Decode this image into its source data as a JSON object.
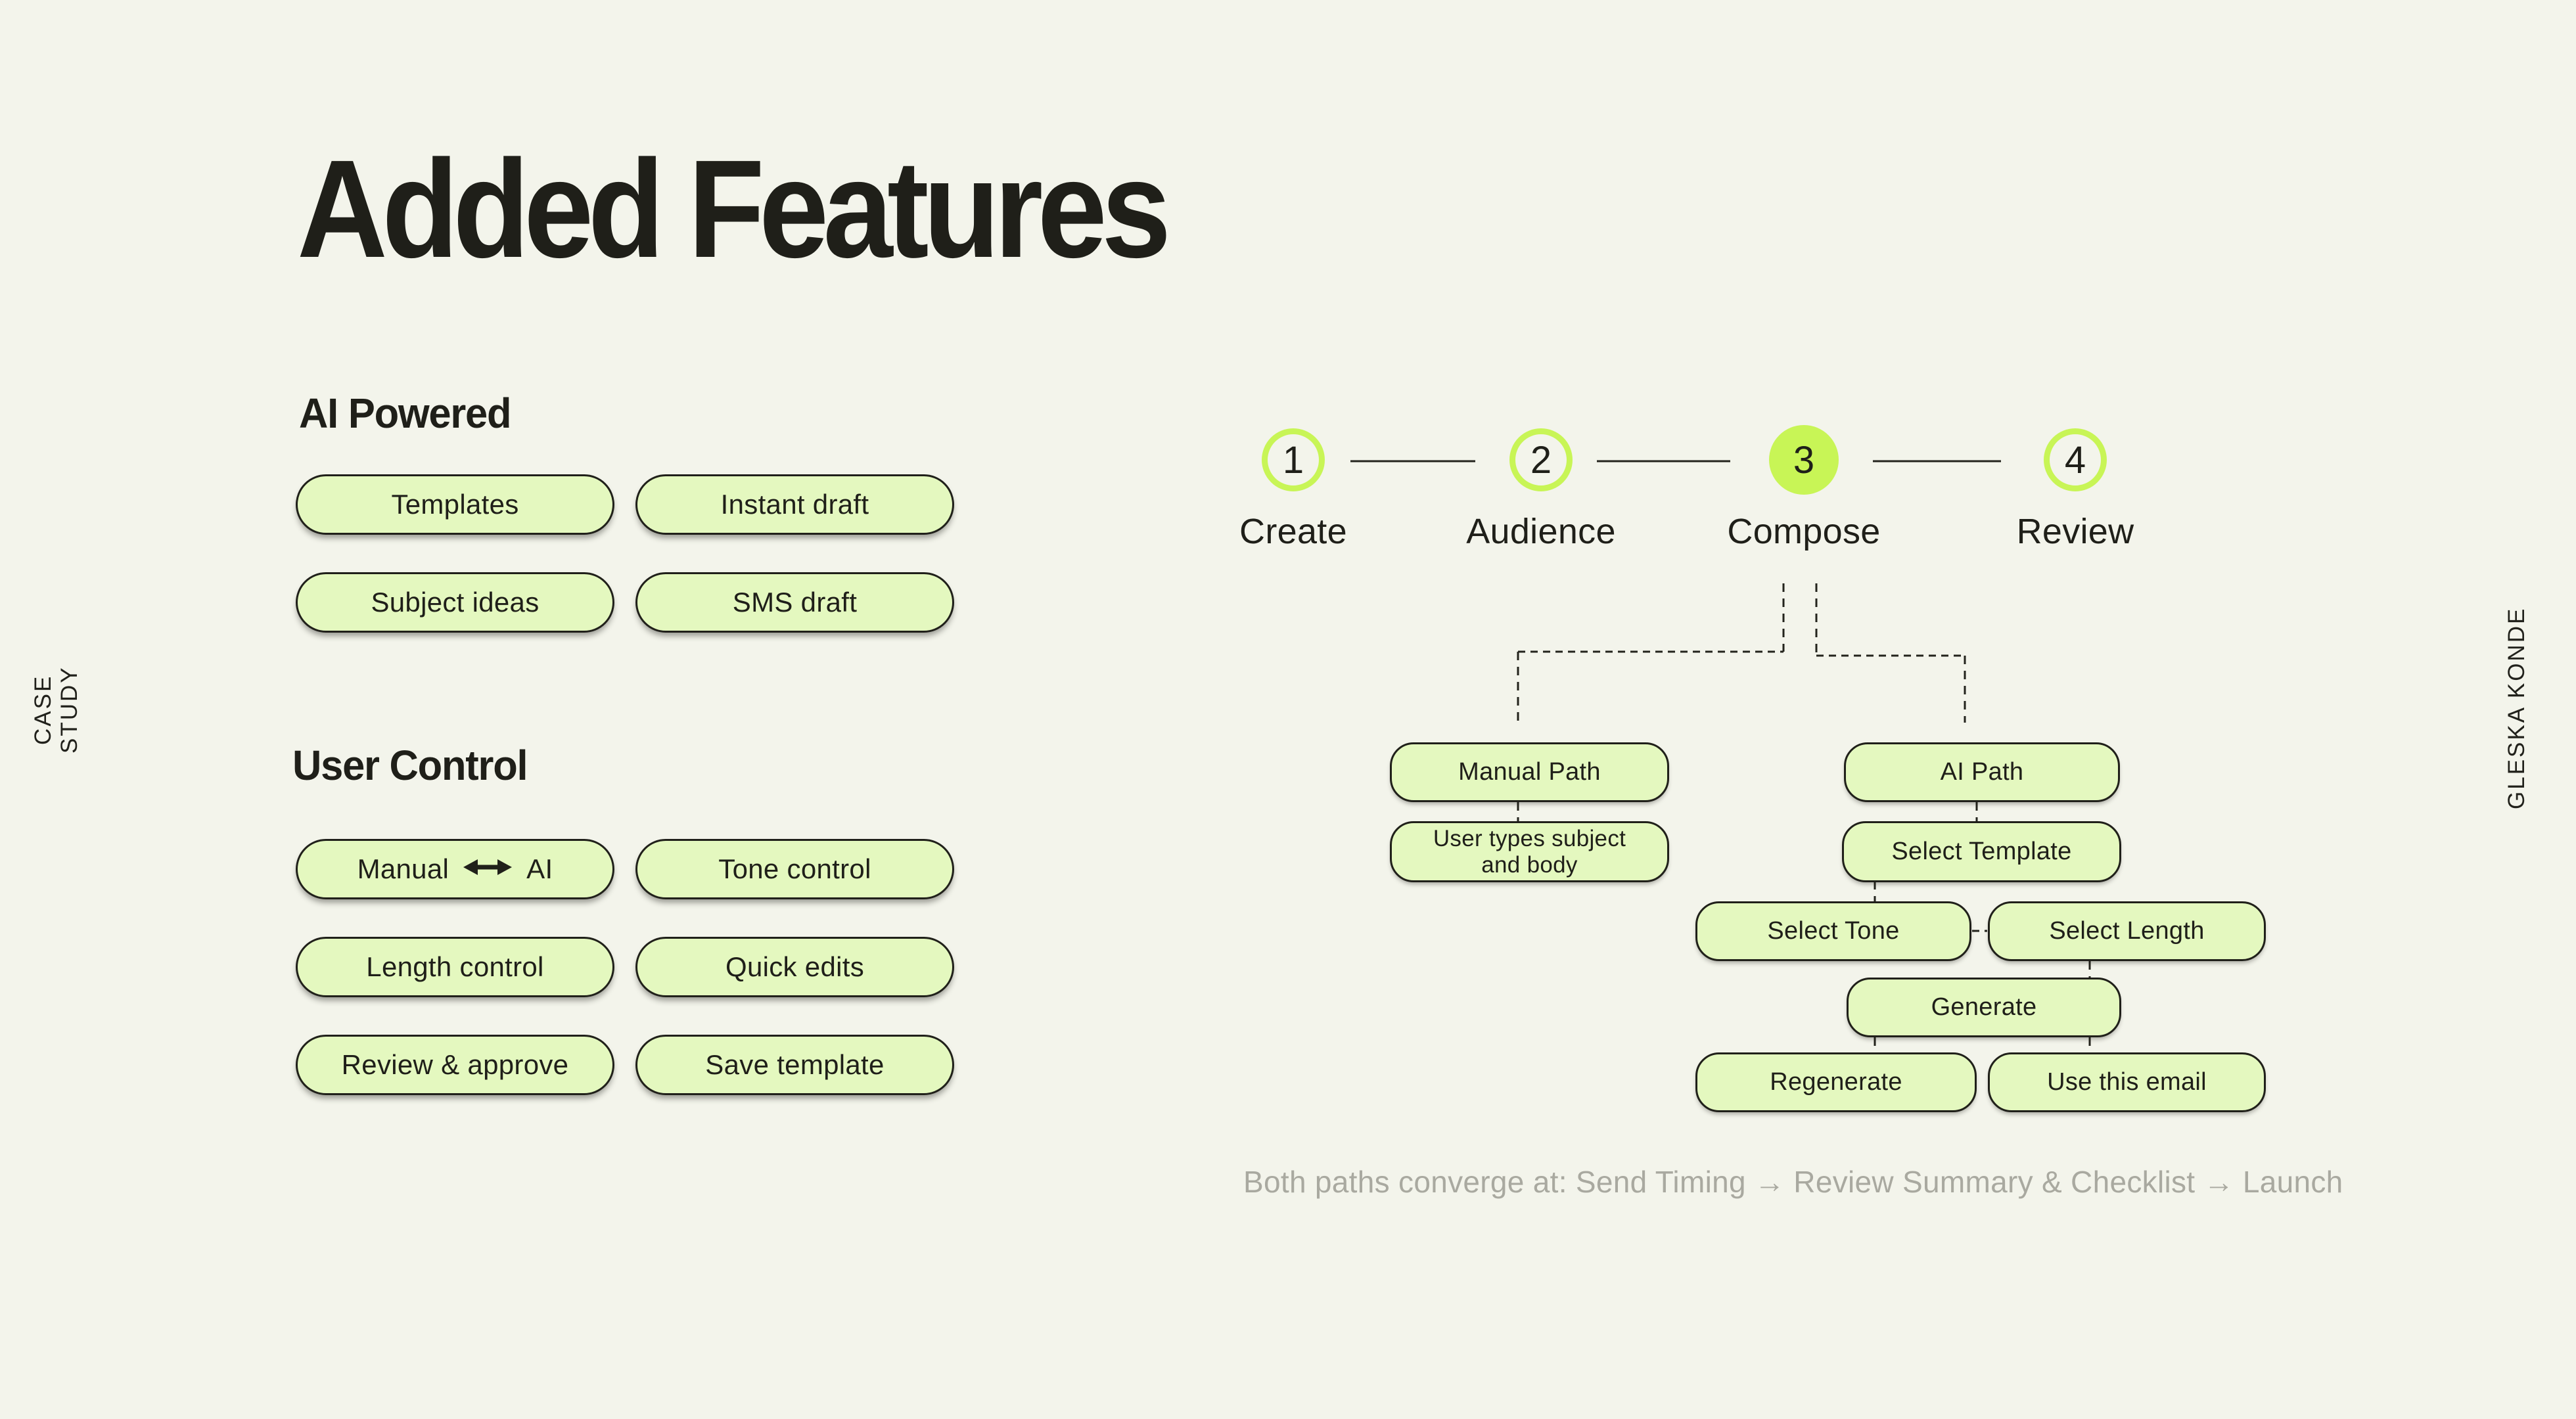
{
  "page": {
    "title": "Added Features",
    "left_vertical_label": "CASE STUDY",
    "right_vertical_label": "GLESKA KONDE"
  },
  "colors": {
    "background": "#F3F4EB",
    "pill_fill": "#E4F8BF",
    "ink": "#1F1F19",
    "accent_green": "#C8F556",
    "caption_gray": "#A9A9A0"
  },
  "sections": {
    "ai_powered": {
      "heading": "AI Powered",
      "pills": [
        "Templates",
        "Instant draft",
        "Subject ideas",
        "SMS draft"
      ]
    },
    "user_control": {
      "heading": "User Control",
      "pills": [
        {
          "before": "Manual",
          "icon": "left-right-arrow",
          "after": "AI"
        },
        "Tone control",
        "Length control",
        "Quick edits",
        "Review & approve",
        "Save template"
      ]
    }
  },
  "stepper": {
    "steps": [
      {
        "number": "1",
        "label": "Create",
        "state": "outline"
      },
      {
        "number": "2",
        "label": "Audience",
        "state": "outline"
      },
      {
        "number": "3",
        "label": "Compose",
        "state": "filled"
      },
      {
        "number": "4",
        "label": "Review",
        "state": "outline"
      }
    ]
  },
  "flowchart": {
    "nodes": {
      "manual_path": "Manual Path",
      "user_types": "User types subject and body",
      "ai_path": "AI Path",
      "select_template": "Select Template",
      "select_tone": "Select Tone",
      "select_length": "Select Length",
      "generate": "Generate",
      "regenerate": "Regenerate",
      "use_this_email": "Use this email"
    },
    "caption": "Both paths converge at: Send Timing → Review Summary & Checklist → Launch"
  }
}
